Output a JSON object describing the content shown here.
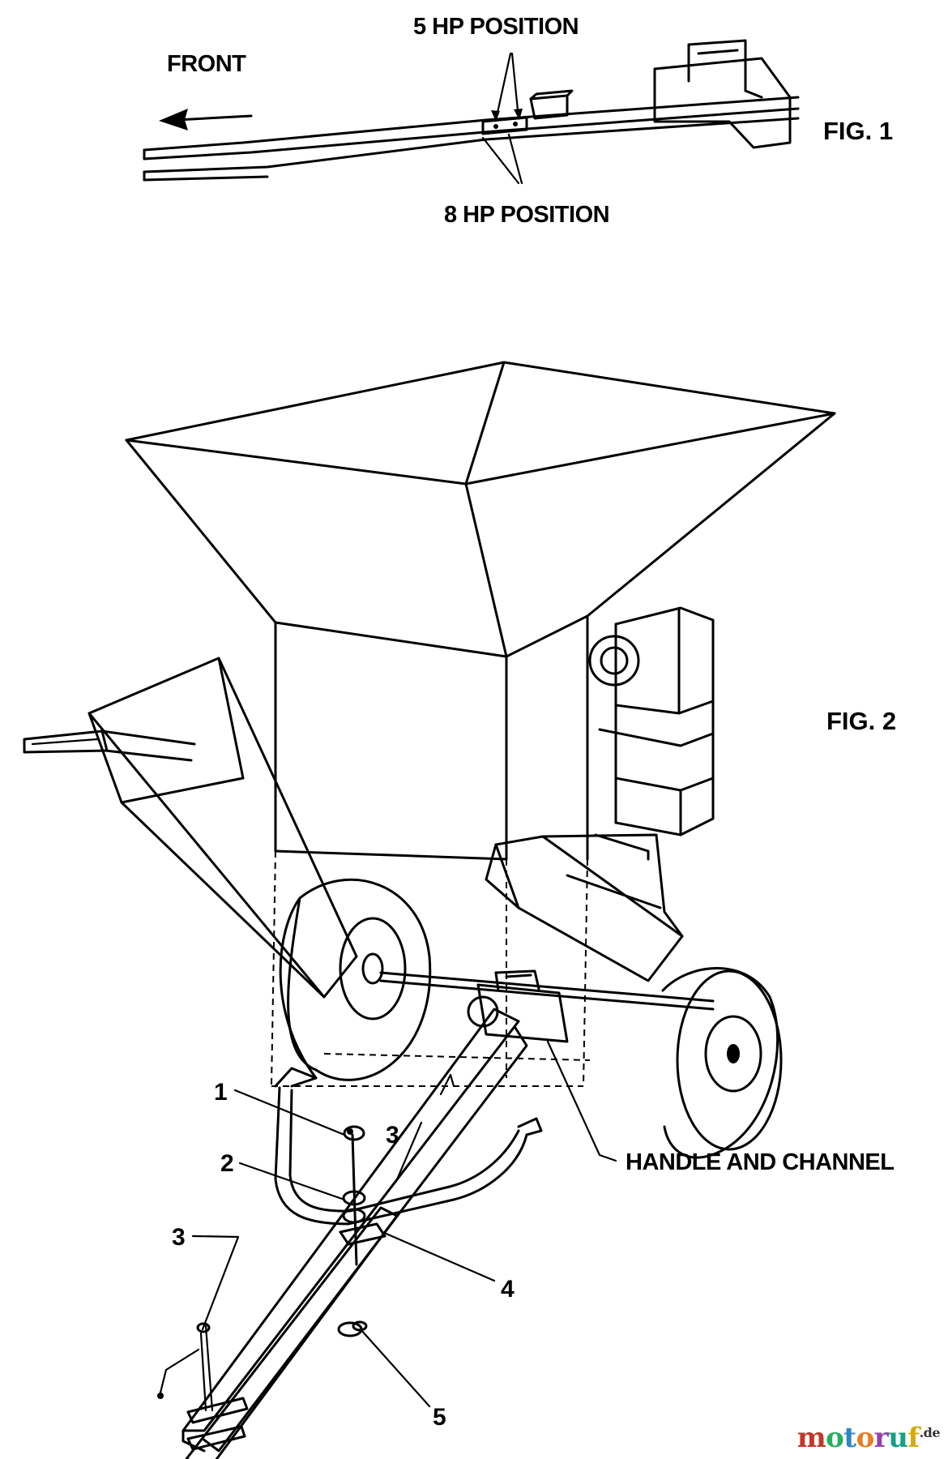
{
  "labels": {
    "front": "FRONT",
    "hp5": "5 HP POSITION",
    "hp8": "8 HP POSITION",
    "fig1": "FIG. 1",
    "fig2": "FIG. 2",
    "handle_channel": "HANDLE AND CHANNEL",
    "callout_1": "1",
    "callout_2": "2",
    "callout_3a": "3",
    "callout_3b": "3",
    "callout_4": "4",
    "callout_5": "5"
  },
  "watermark": {
    "text": "motoruf",
    "suffix": ".de",
    "colors": [
      "#c0392b",
      "#27ae60",
      "#2e86c1",
      "#e67e22",
      "#8e44ad",
      "#16a085",
      "#d4ac0d"
    ]
  }
}
